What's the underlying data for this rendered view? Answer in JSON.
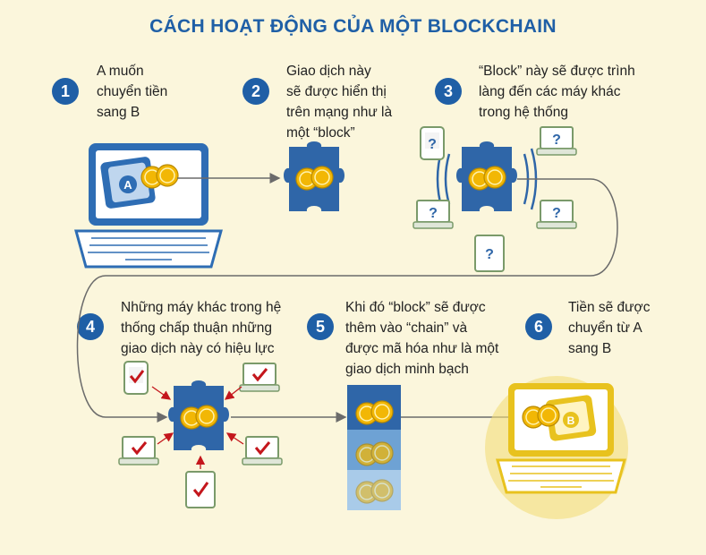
{
  "title": "CÁCH HOẠT ĐỘNG CỦA MỘT BLOCKCHAIN",
  "steps": [
    {
      "number": "1",
      "lines": [
        "A muốn",
        "chuyển tiền",
        "sang B"
      ]
    },
    {
      "number": "2",
      "lines": [
        "Giao dịch này",
        "sẽ được hiển thị",
        "trên mạng như là",
        "một “block”"
      ]
    },
    {
      "number": "3",
      "lines": [
        "“Block” này sẽ được trình",
        "làng đến các máy khác",
        "trong hệ thống"
      ]
    },
    {
      "number": "4",
      "lines": [
        "Những máy khác trong hệ",
        "thống chấp thuận những",
        "giao dịch này có hiệu lực"
      ]
    },
    {
      "number": "5",
      "lines": [
        "Khi đó “block” sẽ được",
        "thêm vào “chain” và",
        "được mã hóa như là một",
        "giao dịch minh bạch"
      ]
    },
    {
      "number": "6",
      "lines": [
        "Tiền sẽ được",
        "chuyển từ A",
        "sang B"
      ]
    }
  ],
  "wallet_a_label": "A",
  "wallet_b_label": "B",
  "unknown_mark": "?",
  "colors": {
    "title": "#1f5fa6",
    "badge": "#1f5fa6",
    "laptop_blue": "#2e6db4",
    "laptop_yellow": "#e8c21e",
    "puzzle_blue": "#2f66a8",
    "puzzle_light": "#8fbbe0",
    "coin": "#f2b705",
    "check_red": "#c4161c",
    "background": "#fbf6dc"
  }
}
